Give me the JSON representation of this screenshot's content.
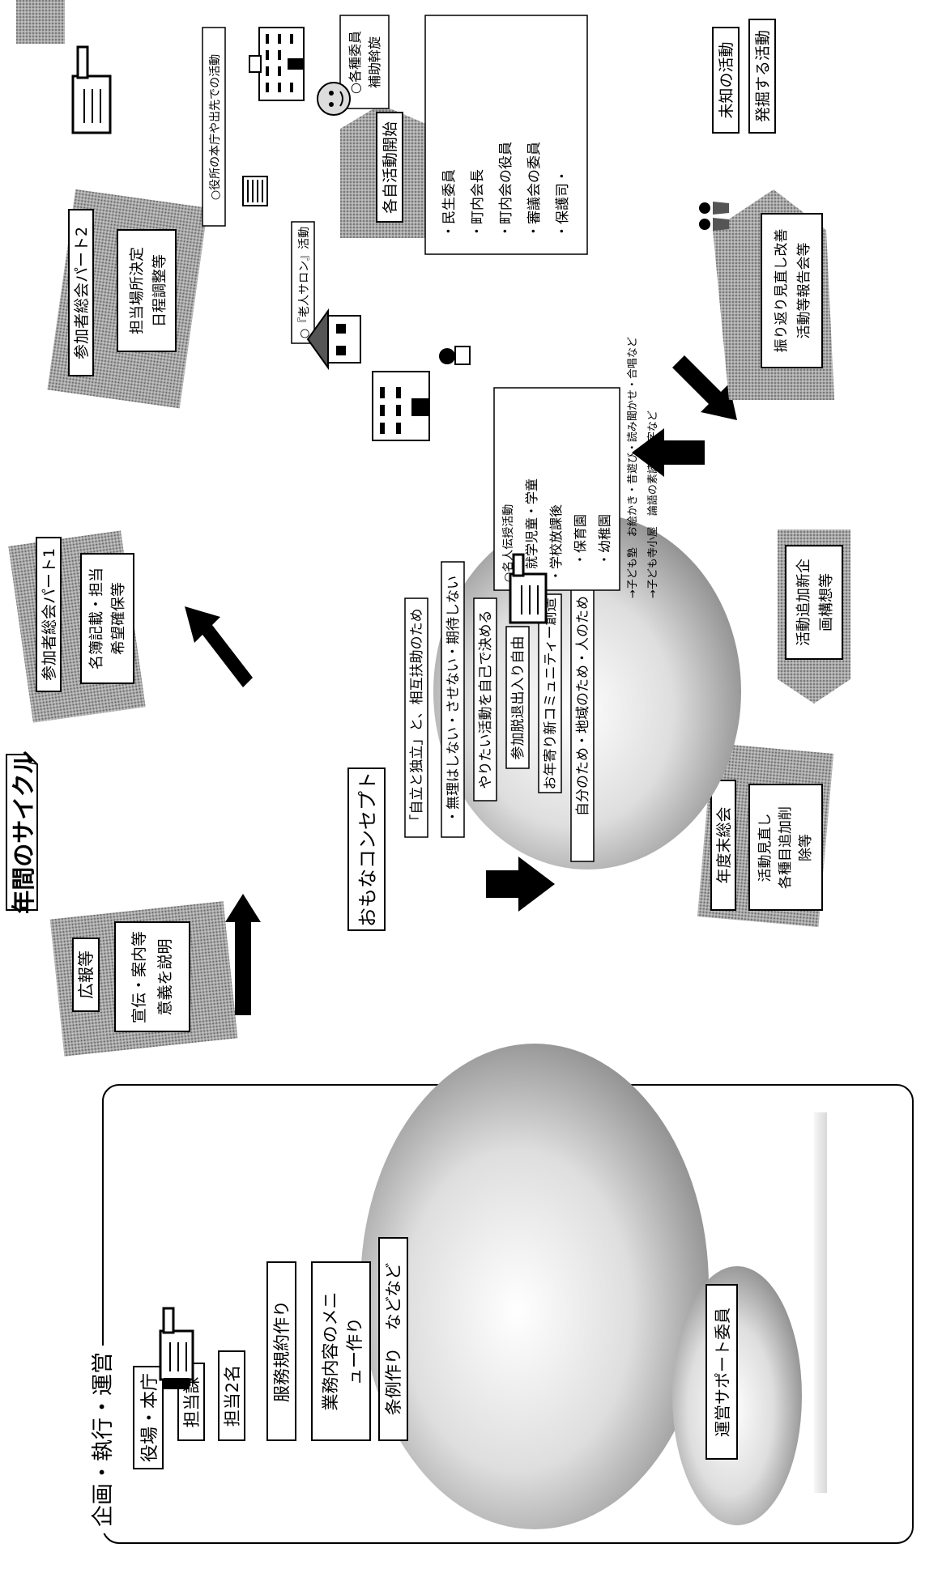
{
  "title": "年間のサイクル",
  "planning": {
    "heading": "企画・執行・運営",
    "office": "役場・本庁",
    "section": "担当課",
    "staff": "担当2名",
    "rules": "服務規約作り",
    "menu_line1": "業務内容のメニ",
    "menu_line2": "ュー作り",
    "ordinance": "条例作り　などなど",
    "support": "運営サポート委員"
  },
  "cycle": {
    "pr_title": "広報等",
    "pr_promo": "宣伝",
    "pr_body_line1": "宣伝・案内等",
    "pr_body_line2": "意義を説明",
    "p1_title": "参加者総会パート1",
    "p1_body_line1": "名簿記載・担当",
    "p1_body_line2": "希望確保等",
    "p2_title": "参加者総会パート2",
    "p2_body_line1": "担当場所決定",
    "p2_body_line2": "日程調整等",
    "start": "各自活動開始",
    "year_end": "年度末総会",
    "ye_body_line1": "活動見直し",
    "ye_body_line2": "各種目追加削",
    "ye_body_line3": "除等",
    "new_line1": "活動追加新企",
    "new_line2": "画構想等",
    "review_line1": "振り返り見直し改善",
    "review_line2": "活動等報告会等",
    "unknown1": "未知の活動",
    "unknown2": "発掘する活動"
  },
  "concept": {
    "label": "おもなコンセプト",
    "c1": "「自立と独立」と、相互扶助のため",
    "c2": "・無理はしない・させない・期待しない",
    "c3": "やりたい活動を自己で決める",
    "c4": "参加脱退出入り自由",
    "c5": "お年寄り新コミュニティー創造",
    "c6": "自分のため・地域のため・人のため"
  },
  "activities": {
    "office_work": "○役所の本庁や出先での活動",
    "salon": "○『老人サロン』活動",
    "advisor_title_line1": "○各種委員",
    "advisor_title_line2": "補助斡旋",
    "advisor_items": [
      "・民生委員",
      "・町内会長",
      "・町内会の役員",
      "・審議会の委員",
      "・保護司・"
    ],
    "tradition": "○名人伝授活動",
    "tradition_items": [
      "・就学児童・学童",
      "・学校放課後",
      "・保育園",
      "・幼稚園"
    ],
    "kids_line1": "→子ども塾　お絵かき・昔遊び・読み聞かせ・合唱など",
    "kids_line2": "→子ども寺小屋　論語の素読・習字など"
  },
  "icons": [
    "pointing-hand-icon",
    "office-building-icon",
    "elder-face-icon",
    "computer-icon",
    "house-icon",
    "school-icon",
    "teacher-icon",
    "elders-group-icon",
    "arrow-icon"
  ]
}
